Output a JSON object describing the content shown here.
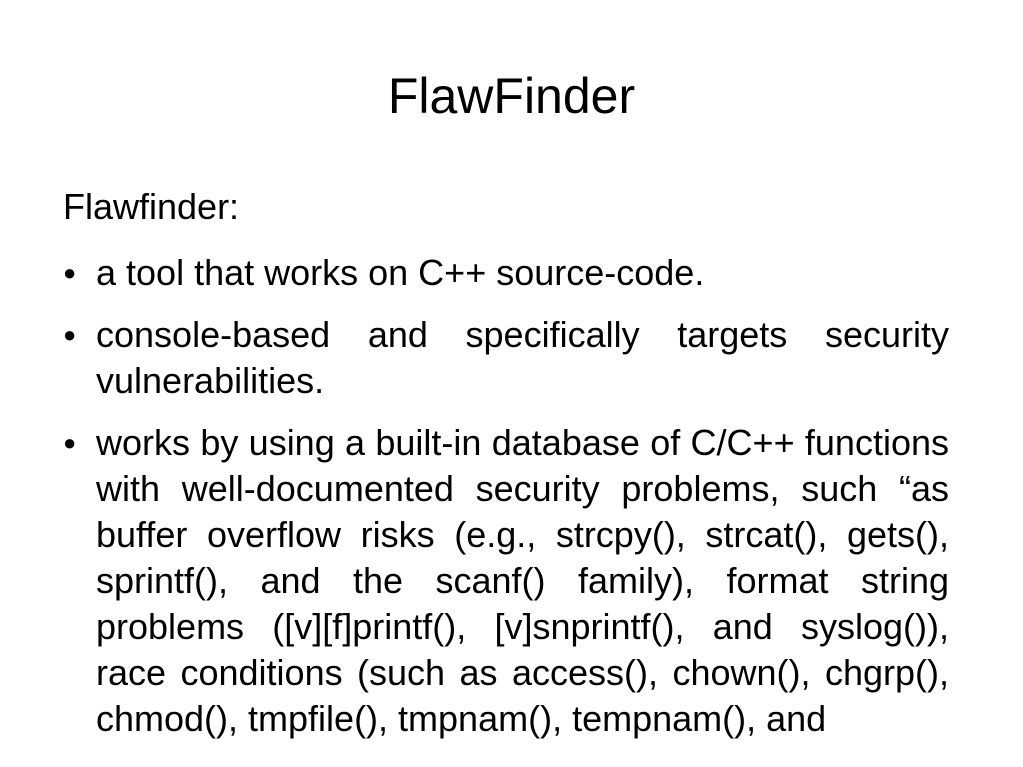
{
  "slide": {
    "title": "FlawFinder",
    "intro": "Flawfinder:",
    "bullet_glyph": "●",
    "bullets": [
      "a tool that works on C++ source-code.",
      "console-based and specifically targets security vulnerabilities.",
      "works by using a built-in database of C/C++ functions with well-documented security problems, such “as buffer overflow risks (e.g., strcpy(), strcat(), gets(), sprintf(), and the scanf() family), format string problems ([v][f]printf(), [v]snprintf(), and syslog()), race conditions (such as access(), chown(), chgrp(), chmod(), tmpfile(), tmpnam(), tempnam(), and"
    ]
  }
}
